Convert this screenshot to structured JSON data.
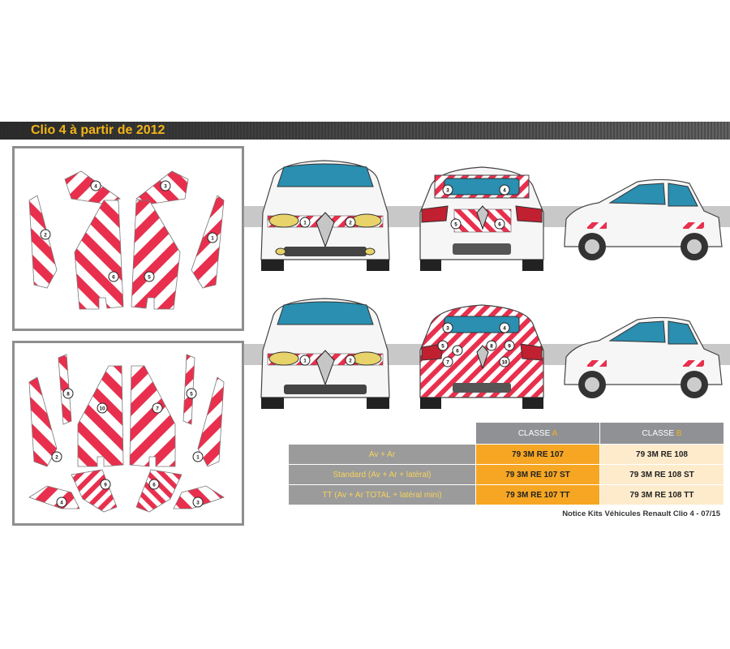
{
  "title": "Clio 4 à partir de 2012",
  "table": {
    "headers": [
      {
        "prefix": "CLASSE ",
        "letter": "A"
      },
      {
        "prefix": "CLASSE ",
        "letter": "B"
      }
    ],
    "rows": [
      {
        "label": "Av + Ar",
        "class_a": "79 3M RE 107",
        "class_b": "79 3M RE 108"
      },
      {
        "label": "Standard (Av + Ar + latéral)",
        "class_a": "79 3M RE 107 ST",
        "class_b": "79 3M RE 108 ST"
      },
      {
        "label": "TT (Av + Ar TOTAL + latéral mini)",
        "class_a": "79 3M RE 107 TT",
        "class_b": "79 3M RE 108 TT"
      }
    ]
  },
  "notice": "Notice Kits Véhicules Renault Clio 4 - 07/15",
  "kit1_numbers": [
    "4",
    "3",
    "2",
    "1",
    "6",
    "5"
  ],
  "kit2_numbers": [
    "8",
    "5",
    "10",
    "7",
    "2",
    "1",
    "9",
    "6",
    "4",
    "3"
  ],
  "front_numbers": [
    "1",
    "2"
  ],
  "rear1_numbers": [
    "3",
    "4",
    "5",
    "6"
  ],
  "rear2_numbers": [
    "3",
    "4",
    "5",
    "6",
    "8",
    "9",
    "7",
    "10"
  ],
  "colors": {
    "stripe_red": "#e8304e",
    "accent": "#f2b418",
    "class_a": "#f6a623",
    "class_b": "#fdebcc",
    "header_gray": "#8f9195"
  }
}
